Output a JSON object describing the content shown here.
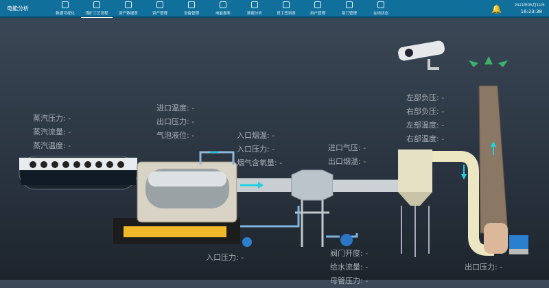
{
  "header": {
    "title": "电能分析",
    "nav": [
      "数据可视化",
      "煤矿工艺流程",
      "资产数据表",
      "资产管理",
      "设备管理",
      "电能报表",
      "数据分析",
      "员工签到表",
      "用户管理",
      "部门管理",
      "在线状态"
    ],
    "active": 1,
    "date": "2021年05月11日",
    "time": "16:23:38"
  },
  "labels": {
    "steam": [
      "蒸汽压力: -",
      "蒸汽流量: -",
      "蒸汽温度: -"
    ],
    "boiler": [
      "进口温度: -",
      "出口压力: -",
      "气泡液位: -"
    ],
    "flue": [
      "入口烟温: -",
      "入口压力: -",
      "烟气含氧量: -"
    ],
    "inlet": [
      "进口气压: -",
      "出口烟温: -"
    ],
    "cyclone": [
      "左部负压: -",
      "右部负压: -",
      "左部温度: -",
      "右部温度: -"
    ],
    "pump_inlet": "入口压力: -",
    "valve": [
      "阀门开度: -",
      "给水流量: -",
      "母管压力: -"
    ],
    "fan_outlet": "出口压力: -"
  }
}
